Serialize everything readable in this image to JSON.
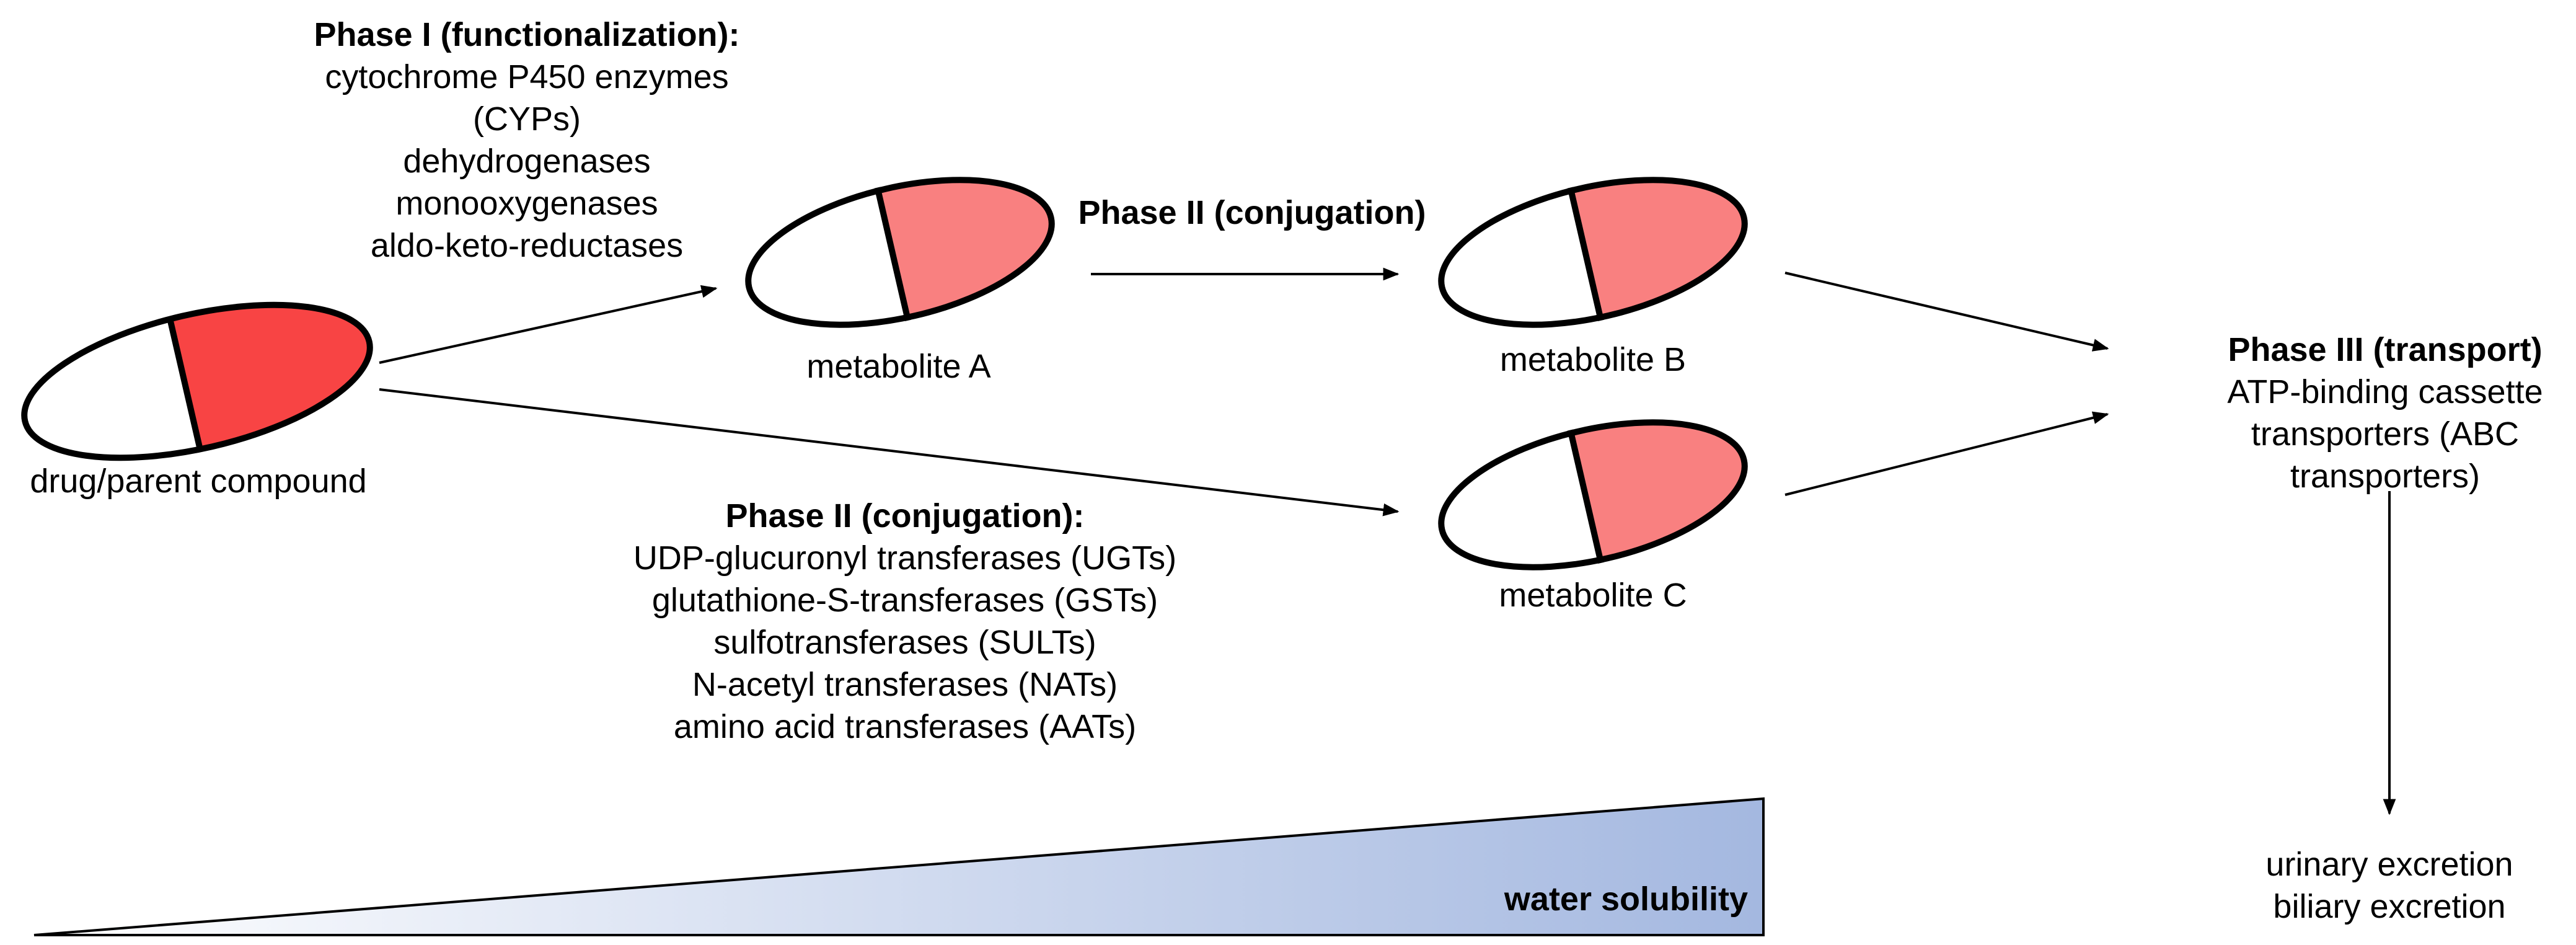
{
  "molecules": {
    "parent": {
      "label": "drug/parent compound",
      "fill": "#f84444"
    },
    "metabolite_a": {
      "label": "metabolite A",
      "fill": "#f98080"
    },
    "metabolite_b": {
      "label": "metabolite B",
      "fill": "#f98080"
    },
    "metabolite_c": {
      "label": "metabolite C",
      "fill": "#f98080"
    }
  },
  "phase1": {
    "title": "Phase I (functionalization):",
    "items": [
      "cytochrome P450 enzymes",
      "(CYPs)",
      "dehydrogenases",
      "monooxygenases",
      "aldo-keto-reductases"
    ]
  },
  "phase2_top": {
    "title": "Phase II (conjugation)"
  },
  "phase2_bottom": {
    "title": "Phase II (conjugation):",
    "items": [
      "UDP-glucuronyl transferases (UGTs)",
      "glutathione-S-transferases (GSTs)",
      "sulfotransferases (SULTs)",
      "N-acetyl transferases (NATs)",
      "amino acid transferases (AATs)"
    ]
  },
  "phase3": {
    "title": "Phase III (transport)",
    "items": [
      "ATP-binding cassette",
      "transporters (ABC",
      "transporters)"
    ]
  },
  "excretion": {
    "items": [
      "urinary excretion",
      "biliary excretion"
    ]
  },
  "solubility": {
    "label": "water solubility",
    "color_start": "#ffffff",
    "color_end": "#a4b8e0"
  }
}
